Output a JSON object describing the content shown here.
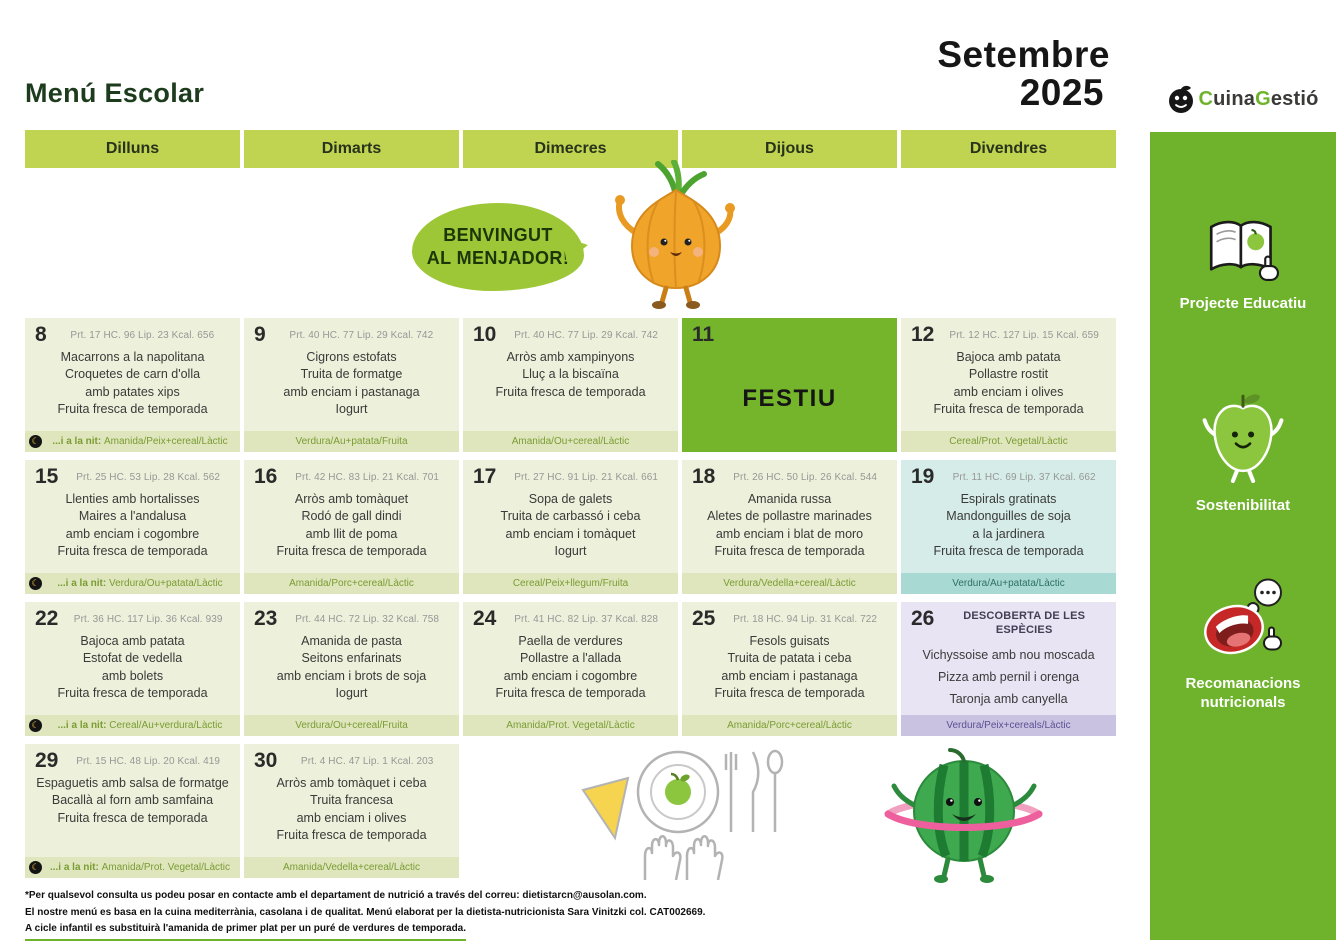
{
  "header": {
    "title": "Menú Escolar",
    "month": "Setembre",
    "year": "2025"
  },
  "logo": {
    "parts": [
      {
        "text": "C"
      },
      {
        "text": "uina"
      },
      {
        "text": "G"
      },
      {
        "text": "estió"
      }
    ]
  },
  "welcome": {
    "line1": "BENVINGUT",
    "line2": "AL MENJADOR!"
  },
  "icons": {
    "moon": "☾"
  },
  "colors": {
    "sidebar_green": "#6fb32d",
    "weekday_bar": "#c1d452",
    "festiu_green": "#74b52b",
    "cell_default": "#edf0da",
    "cell_teal": "#d6ece8",
    "cell_lavender": "#e8e4f3",
    "bubble_green": "#9dc737"
  },
  "sidebar": {
    "items": [
      {
        "icon": "open-book-icon",
        "label": "Projecte Educatiu"
      },
      {
        "icon": "apple-character-icon",
        "label": "Sostenibilitat"
      },
      {
        "icon": "mouth-speech-icon",
        "label": "Recomanacions nutricionals"
      }
    ]
  },
  "calendar": {
    "weekday_headers": [
      "Dilluns",
      "Dimarts",
      "Dimecres",
      "Dijous",
      "Divendres"
    ],
    "weeks": [
      {
        "days": [
          {
            "day": "8",
            "nutrition": "Prt. 17 HC. 96 Lip. 23 Kcal. 656",
            "menu": [
              "Macarrons a la napolitana",
              "Croquetes de carn d'olla",
              "amb patates xips",
              "Fruita fresca de temporada"
            ],
            "footer": {
              "moon": true,
              "prefix": "...i a la nit:",
              "text": "Amanida/Peix+cereal/Làctic"
            }
          },
          {
            "day": "9",
            "nutrition": "Prt. 40 HC. 77 Lip. 29 Kcal. 742",
            "menu": [
              "Cigrons estofats",
              "Truita de formatge",
              "amb enciam i pastanaga",
              "Iogurt"
            ],
            "footer": {
              "text": "Verdura/Au+patata/Fruita"
            }
          },
          {
            "day": "10",
            "nutrition": "Prt. 40 HC. 77 Lip. 29 Kcal. 742",
            "menu": [
              "Arròs amb xampinyons",
              "Lluç a la biscaïna",
              "Fruita fresca de temporada"
            ],
            "footer": {
              "text": "Amanida/Ou+cereal/Làctic"
            }
          },
          {
            "day": "11",
            "variant": "festiu",
            "festiu_label": "FESTIU"
          },
          {
            "day": "12",
            "nutrition": "Prt. 12 HC. 127 Lip. 15 Kcal. 659",
            "menu": [
              "Bajoca amb patata",
              "Pollastre rostit",
              "amb enciam i olives",
              "Fruita fresca de temporada"
            ],
            "footer": {
              "text": "Cereal/Prot. Vegetal/Làctic"
            }
          }
        ]
      },
      {
        "days": [
          {
            "day": "15",
            "nutrition": "Prt. 25 HC. 53 Lip. 28 Kcal. 562",
            "menu": [
              "Llenties amb hortalisses",
              "Maires a l'andalusa",
              "amb enciam i cogombre",
              "Fruita fresca de temporada"
            ],
            "footer": {
              "moon": true,
              "prefix": "...i a la nit:",
              "text": "Verdura/Ou+patata/Làctic"
            }
          },
          {
            "day": "16",
            "nutrition": "Prt. 42 HC. 83 Lip. 21 Kcal. 701",
            "menu": [
              "Arròs amb tomàquet",
              "Rodó de gall dindi",
              "amb llit de poma",
              "Fruita fresca de temporada"
            ],
            "footer": {
              "text": "Amanida/Porc+cereal/Làctic"
            }
          },
          {
            "day": "17",
            "nutrition": "Prt. 27 HC. 91 Lip. 21 Kcal. 661",
            "menu": [
              "Sopa de galets",
              "Truita de carbassó i ceba",
              "amb enciam i tomàquet",
              "Iogurt"
            ],
            "footer": {
              "text": "Cereal/Peix+llegum/Fruita"
            }
          },
          {
            "day": "18",
            "nutrition": "Prt. 26 HC. 50 Lip. 26 Kcal. 544",
            "menu": [
              "Amanida russa",
              "Aletes de pollastre marinades",
              "amb enciam i blat de moro",
              "Fruita fresca de temporada"
            ],
            "footer": {
              "text": "Verdura/Vedella+cereal/Làctic"
            }
          },
          {
            "day": "19",
            "variant": "teal",
            "nutrition": "Prt. 11 HC. 69 Lip. 37 Kcal. 662",
            "menu": [
              "Espirals gratinats",
              "Mandonguilles de soja",
              "a la jardinera",
              "Fruita fresca de temporada"
            ],
            "footer": {
              "text": "Verdura/Au+patata/Làctic"
            }
          }
        ]
      },
      {
        "days": [
          {
            "day": "22",
            "nutrition": "Prt. 36 HC. 117 Lip. 36 Kcal. 939",
            "menu": [
              "Bajoca amb patata",
              "Estofat de vedella",
              "amb bolets",
              "Fruita fresca de temporada"
            ],
            "footer": {
              "moon": true,
              "prefix": "...i a la nit:",
              "text": "Cereal/Au+verdura/Làctic"
            }
          },
          {
            "day": "23",
            "nutrition": "Prt. 44 HC. 72 Lip. 32 Kcal. 758",
            "menu": [
              "Amanida de pasta",
              "Seitons enfarinats",
              "amb enciam i brots de soja",
              "Iogurt"
            ],
            "footer": {
              "text": "Verdura/Ou+cereal/Fruita"
            }
          },
          {
            "day": "24",
            "nutrition": "Prt. 41 HC. 82 Lip. 37 Kcal. 828",
            "menu": [
              "Paella de verdures",
              "Pollastre a l'allada",
              "amb enciam i cogombre",
              "Fruita fresca de temporada"
            ],
            "footer": {
              "text": "Amanida/Prot. Vegetal/Làctic"
            }
          },
          {
            "day": "25",
            "nutrition": "Prt. 18 HC. 94 Lip. 31 Kcal. 722",
            "menu": [
              "Fesols guisats",
              "Truita de patata i ceba",
              "amb enciam i pastanaga",
              "Fruita fresca de temporada"
            ],
            "footer": {
              "text": "Amanida/Porc+cereal/Làctic"
            }
          },
          {
            "day": "26",
            "variant": "lavender",
            "special_title": "DESCOBERTA DE LES ESPÈCIES",
            "spaced": true,
            "menu": [
              "Vichyssoise amb nou moscada",
              "Pizza amb pernil i orenga",
              "Taronja amb canyella"
            ],
            "footer": {
              "text": "Verdura/Peix+cereals/Làctic"
            }
          }
        ]
      },
      {
        "days": [
          {
            "day": "29",
            "nutrition": "Prt. 15 HC. 48 Lip. 20 Kcal. 419",
            "menu": [
              "Espaguetis amb salsa de formatge",
              "Bacallà al forn amb samfaina",
              "Fruita fresca de temporada"
            ],
            "footer": {
              "moon": true,
              "prefix": "...i a la nit:",
              "text": "Amanida/Prot. Vegetal/Làctic"
            }
          },
          {
            "day": "30",
            "nutrition": "Prt. 4 HC. 47 Lip. 1 Kcal. 203",
            "menu": [
              "Arròs amb tomàquet i ceba",
              "Truita francesa",
              "amb enciam i olives",
              "Fruita fresca de temporada"
            ],
            "footer": {
              "text": "Amanida/Vedella+cereal/Làctic"
            }
          },
          null,
          null,
          null
        ]
      }
    ]
  },
  "footnotes": [
    "*Per qualsevol consulta us podeu posar en contacte amb el departament de nutrició a través del correu: dietistarcn@ausolan.com.",
    "El nostre menú es basa en la cuina mediterrània, casolana i de qualitat. Menú elaborat per la dietista-nutricionista Sara Vinitzki col. CAT002669.",
    "A cicle infantil es substituirà l'amanida de primer plat per un puré de verdures de temporada."
  ]
}
